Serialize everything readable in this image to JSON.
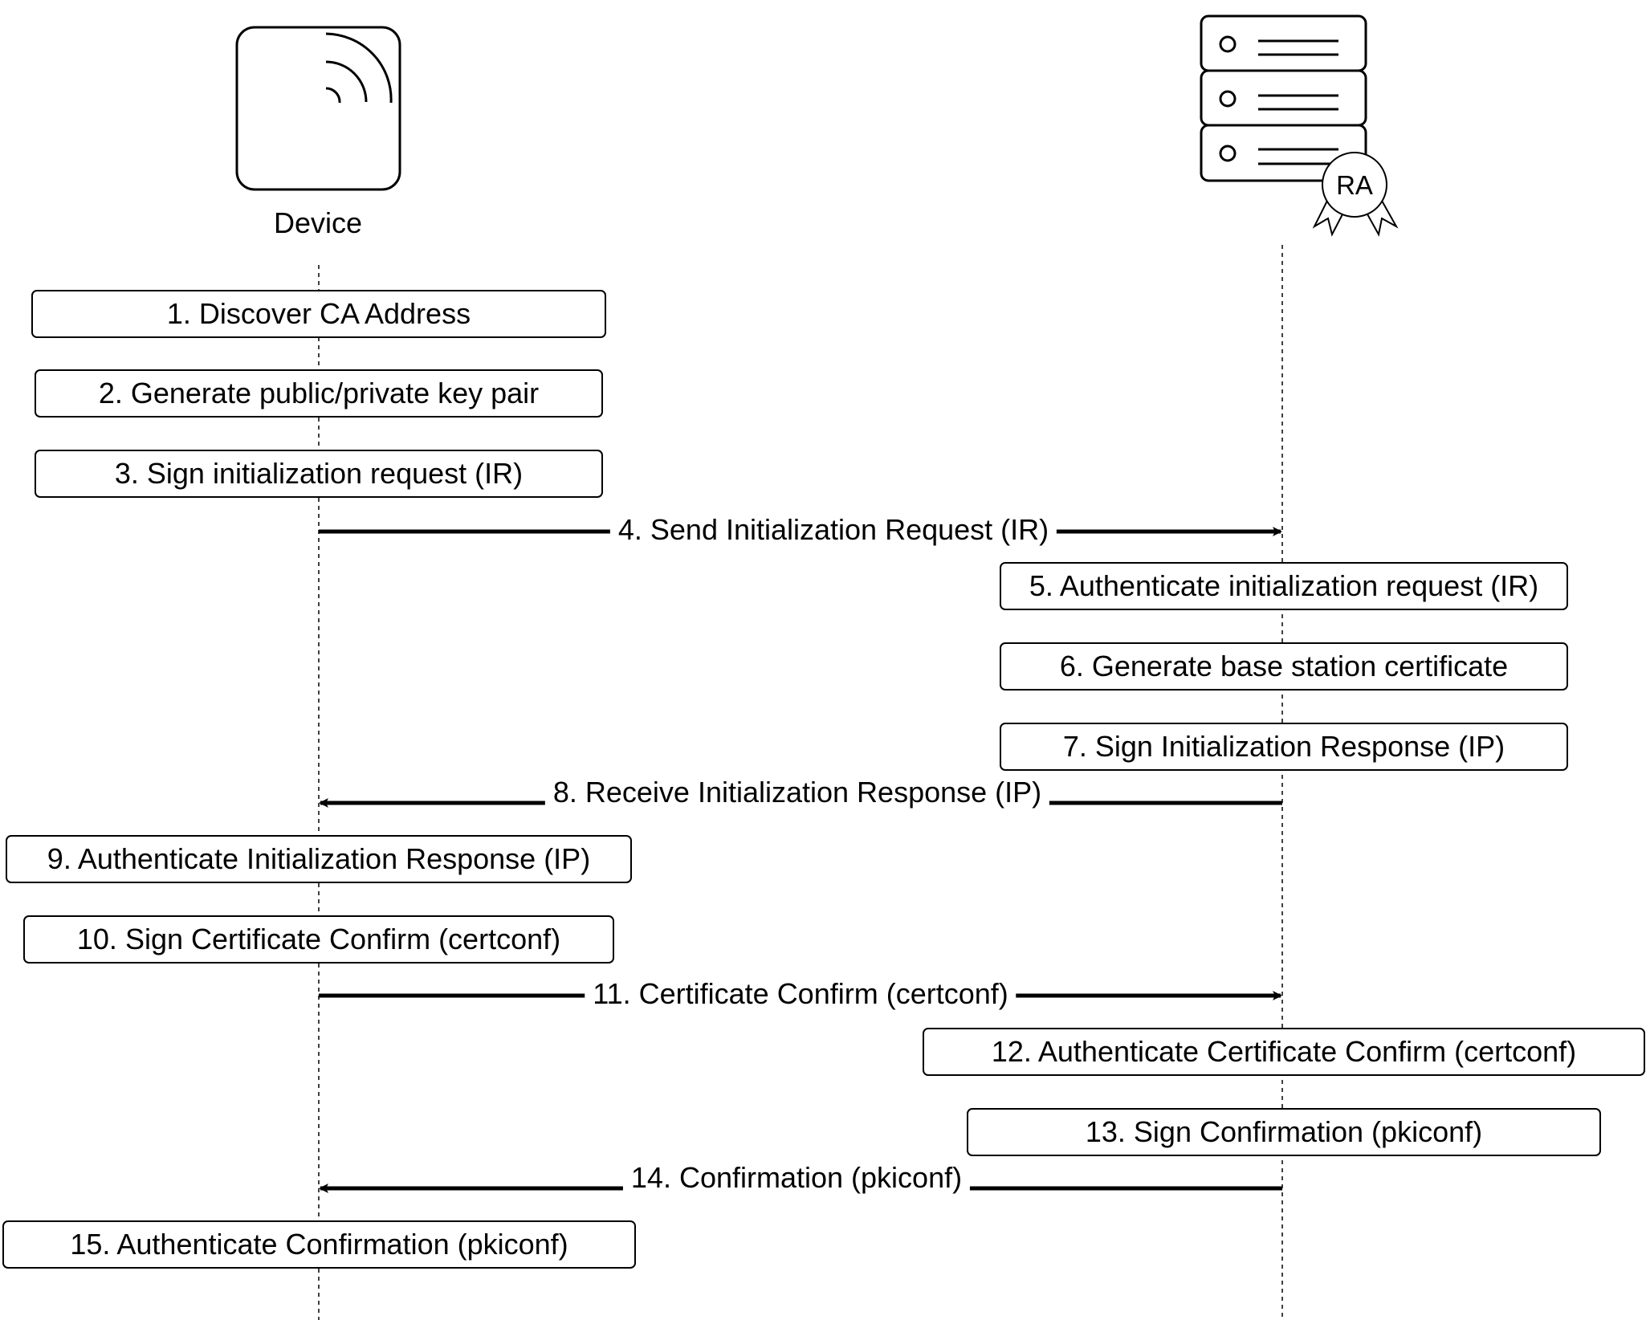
{
  "participants": {
    "device": {
      "label": "Device",
      "icon": "wireless-device-icon"
    },
    "ra": {
      "label": "RA",
      "icon": "server-rack-icon"
    }
  },
  "steps": [
    {
      "text": "1. Discover CA Address",
      "side": "device"
    },
    {
      "text": "2. Generate public/private key pair",
      "side": "device"
    },
    {
      "text": "3. Sign initialization request (IR)",
      "side": "device"
    },
    {
      "text": "5. Authenticate initialization request (IR)",
      "side": "ra"
    },
    {
      "text": "6. Generate base station certificate",
      "side": "ra"
    },
    {
      "text": "7. Sign Initialization Response (IP)",
      "side": "ra"
    },
    {
      "text": "9. Authenticate Initialization Response (IP)",
      "side": "device"
    },
    {
      "text": "10. Sign Certificate Confirm (certconf)",
      "side": "device"
    },
    {
      "text": "12. Authenticate Certificate Confirm (certconf)",
      "side": "ra"
    },
    {
      "text": "13. Sign Confirmation (pkiconf)",
      "side": "ra"
    },
    {
      "text": "15. Authenticate Confirmation (pkiconf)",
      "side": "device"
    }
  ],
  "messages": [
    {
      "text": "4. Send Initialization Request (IR)",
      "from": "device",
      "to": "ra"
    },
    {
      "text": "8. Receive Initialization Response (IP)",
      "from": "ra",
      "to": "device"
    },
    {
      "text": "11. Certificate Confirm (certconf)",
      "from": "device",
      "to": "ra"
    },
    {
      "text": "14. Confirmation (pkiconf)",
      "from": "ra",
      "to": "device"
    }
  ]
}
